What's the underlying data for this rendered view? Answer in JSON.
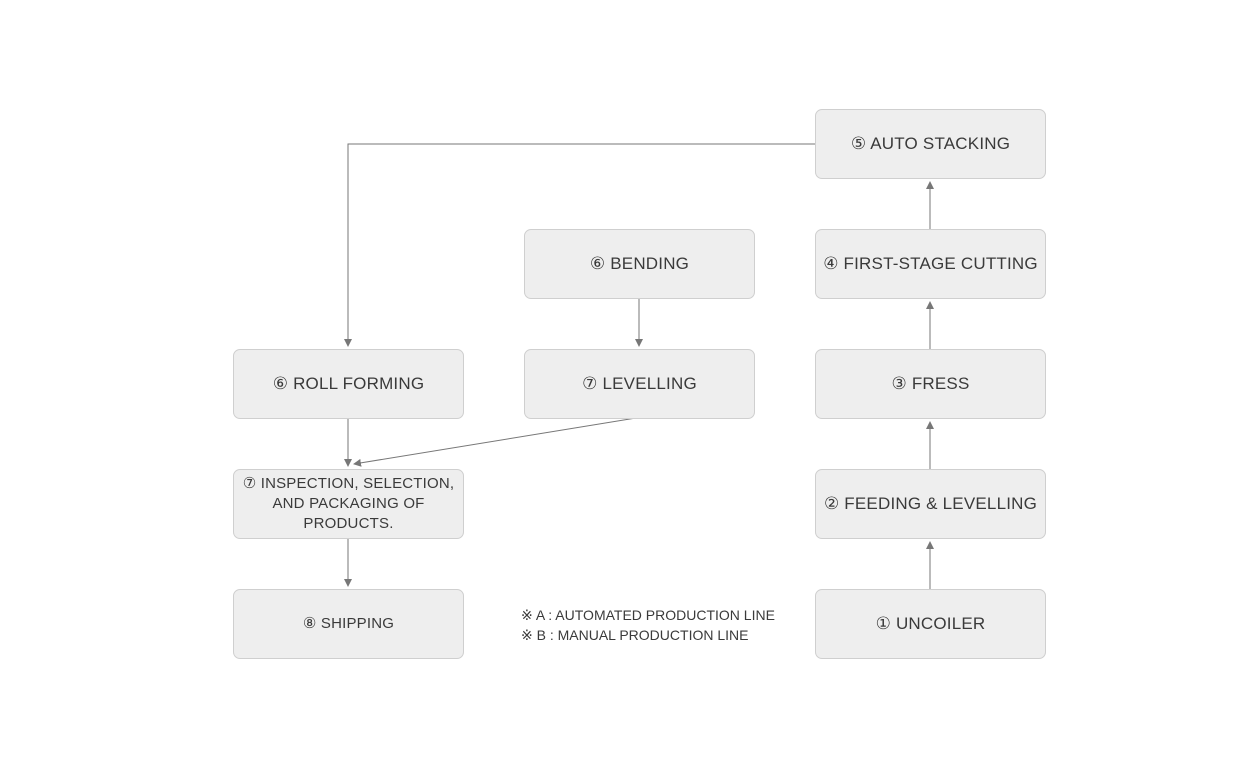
{
  "nodes": {
    "auto_stacking": "⑤ AUTO STACKING",
    "bending": "⑥ BENDING",
    "first_stage_cutting": "④ FIRST-STAGE CUTTING",
    "roll_forming": "⑥ ROLL FORMING",
    "levelling": "⑦ LEVELLING",
    "fress": "③ FRESS",
    "inspection": "⑦ INSPECTION, SELECTION,\nAND PACKAGING OF PRODUCTS.",
    "feeding_levelling": "② FEEDING & LEVELLING",
    "shipping": "⑧ SHIPPING",
    "uncoiler": "① UNCOILER"
  },
  "notes": {
    "line_a": "※ A : AUTOMATED PRODUCTION LINE",
    "line_b": "※ B : MANUAL PRODUCTION LINE"
  },
  "colors": {
    "node_fill": "#eeeeee",
    "node_border": "#cfcfcf",
    "connector": "#777777",
    "text": "#3a3a3a"
  }
}
